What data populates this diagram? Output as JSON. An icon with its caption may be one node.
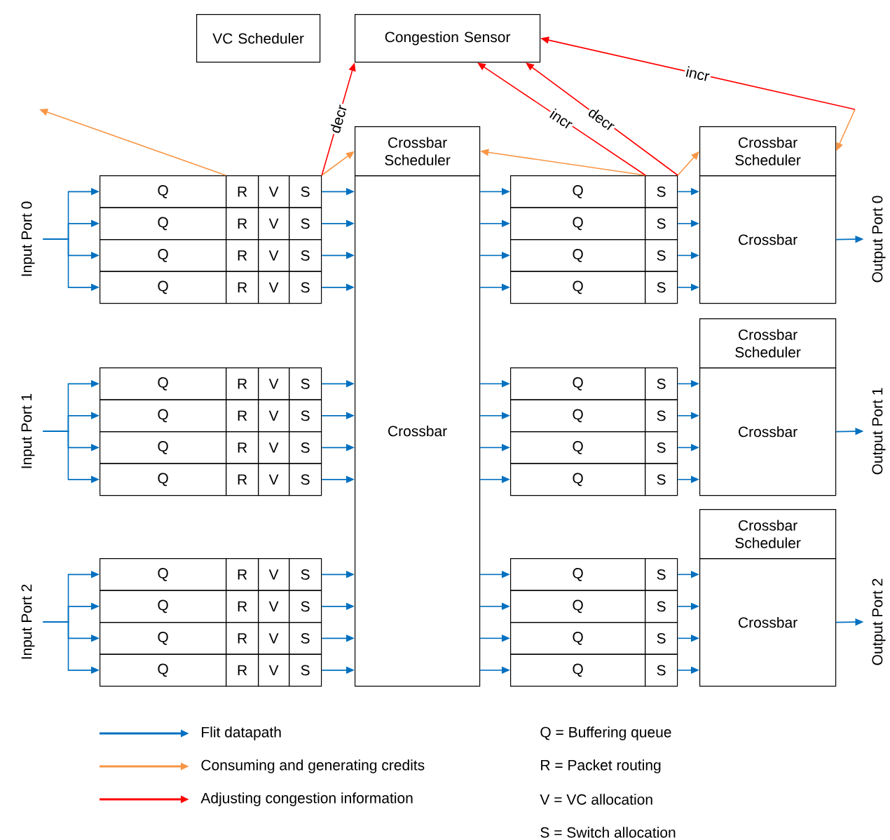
{
  "diagram": {
    "nodes": [
      {
        "text": [
          "VC Scheduler"
        ]
      },
      {
        "text": [
          "Congestion Sensor"
        ]
      },
      {
        "text": [
          "Crossbar Scheduler"
        ]
      },
      {
        "text": [
          "Crossbar"
        ]
      },
      {
        "text": [
          "Input Port 0"
        ]
      },
      {
        "text": [
          "Q"
        ]
      },
      {
        "text": [
          "R"
        ]
      },
      {
        "text": [
          "V"
        ]
      },
      {
        "text": [
          "S"
        ]
      },
      {
        "text": [
          "Q"
        ]
      },
      {
        "text": [
          "R"
        ]
      },
      {
        "text": [
          "V"
        ]
      },
      {
        "text": [
          "S"
        ]
      },
      {
        "text": [
          "Q"
        ]
      },
      {
        "text": [
          "R"
        ]
      },
      {
        "text": [
          "V"
        ]
      },
      {
        "text": [
          "S"
        ]
      },
      {
        "text": [
          "Q"
        ]
      },
      {
        "text": [
          "R"
        ]
      },
      {
        "text": [
          "V"
        ]
      },
      {
        "text": [
          "S"
        ]
      },
      {
        "text": [
          "Q"
        ]
      },
      {
        "text": [
          "S"
        ]
      },
      {
        "text": [
          "Q"
        ]
      },
      {
        "text": [
          "S"
        ]
      },
      {
        "text": [
          "Q"
        ]
      },
      {
        "text": [
          "S"
        ]
      },
      {
        "text": [
          "Q"
        ]
      },
      {
        "text": [
          "S"
        ]
      },
      {
        "text": [
          "Crossbar Scheduler"
        ]
      },
      {
        "text": [
          "Crossbar"
        ]
      },
      {
        "text": [
          "Output Port 0"
        ]
      },
      {
        "text": [
          "Input Port 1"
        ]
      },
      {
        "text": [
          "Q"
        ]
      },
      {
        "text": [
          "R"
        ]
      },
      {
        "text": [
          "V"
        ]
      },
      {
        "text": [
          "S"
        ]
      },
      {
        "text": [
          "Q"
        ]
      },
      {
        "text": [
          "R"
        ]
      },
      {
        "text": [
          "V"
        ]
      },
      {
        "text": [
          "S"
        ]
      },
      {
        "text": [
          "Q"
        ]
      },
      {
        "text": [
          "R"
        ]
      },
      {
        "text": [
          "V"
        ]
      },
      {
        "text": [
          "S"
        ]
      },
      {
        "text": [
          "Q"
        ]
      },
      {
        "text": [
          "R"
        ]
      },
      {
        "text": [
          "V"
        ]
      },
      {
        "text": [
          "S"
        ]
      },
      {
        "text": [
          "Q"
        ]
      },
      {
        "text": [
          "S"
        ]
      },
      {
        "text": [
          "Q"
        ]
      },
      {
        "text": [
          "S"
        ]
      },
      {
        "text": [
          "Q"
        ]
      },
      {
        "text": [
          "S"
        ]
      },
      {
        "text": [
          "Q"
        ]
      },
      {
        "text": [
          "S"
        ]
      },
      {
        "text": [
          "Crossbar Scheduler"
        ]
      },
      {
        "text": [
          "Crossbar"
        ]
      },
      {
        "text": [
          "Output Port 1"
        ]
      },
      {
        "text": [
          "Input Port 2"
        ]
      },
      {
        "text": [
          "Q"
        ]
      },
      {
        "text": [
          "R"
        ]
      },
      {
        "text": [
          "V"
        ]
      },
      {
        "text": [
          "S"
        ]
      },
      {
        "text": [
          "Q"
        ]
      },
      {
        "text": [
          "R"
        ]
      },
      {
        "text": [
          "V"
        ]
      },
      {
        "text": [
          "S"
        ]
      },
      {
        "text": [
          "Q"
        ]
      },
      {
        "text": [
          "R"
        ]
      },
      {
        "text": [
          "V"
        ]
      },
      {
        "text": [
          "S"
        ]
      },
      {
        "text": [
          "Q"
        ]
      },
      {
        "text": [
          "R"
        ]
      },
      {
        "text": [
          "V"
        ]
      },
      {
        "text": [
          "S"
        ]
      },
      {
        "text": [
          "Q"
        ]
      },
      {
        "text": [
          "S"
        ]
      },
      {
        "text": [
          "Q"
        ]
      },
      {
        "text": [
          "S"
        ]
      },
      {
        "text": [
          "Q"
        ]
      },
      {
        "text": [
          "S"
        ]
      },
      {
        "text": [
          "Q"
        ]
      },
      {
        "text": [
          "S"
        ]
      },
      {
        "text": [
          "Crossbar Scheduler"
        ]
      },
      {
        "text": [
          "Crossbar"
        ]
      },
      {
        "text": [
          "Output Port 2"
        ]
      }
    ],
    "edges": [
      {
        "from": 4,
        "to": 5,
        "arrow": "to"
      },
      {
        "from": 4,
        "to": 9,
        "arrow": "to"
      },
      {
        "from": 4,
        "to": 13,
        "arrow": "to"
      },
      {
        "from": 4,
        "to": 17,
        "arrow": "to"
      },
      {
        "from": 8,
        "to": 3,
        "arrow": "to"
      },
      {
        "from": 12,
        "to": 3,
        "arrow": "to"
      },
      {
        "from": 16,
        "to": 3,
        "arrow": "to"
      },
      {
        "from": 20,
        "to": 3,
        "arrow": "to"
      },
      {
        "from": 3,
        "to": 21,
        "arrow": "to"
      },
      {
        "from": 3,
        "to": 23,
        "arrow": "to"
      },
      {
        "from": 3,
        "to": 25,
        "arrow": "to"
      },
      {
        "from": 3,
        "to": 27,
        "arrow": "to"
      },
      {
        "from": 22,
        "to": 30,
        "arrow": "to"
      },
      {
        "from": 24,
        "to": 30,
        "arrow": "to"
      },
      {
        "from": 26,
        "to": 30,
        "arrow": "to"
      },
      {
        "from": 28,
        "to": 30,
        "arrow": "to"
      },
      {
        "from": 30,
        "to": 31,
        "arrow": "to"
      },
      {
        "from": 32,
        "to": 33,
        "arrow": "to"
      },
      {
        "from": 32,
        "to": 37,
        "arrow": "to"
      },
      {
        "from": 32,
        "to": 41,
        "arrow": "to"
      },
      {
        "from": 32,
        "to": 45,
        "arrow": "to"
      },
      {
        "from": 36,
        "to": 3,
        "arrow": "to"
      },
      {
        "from": 40,
        "to": 3,
        "arrow": "to"
      },
      {
        "from": 44,
        "to": 3,
        "arrow": "to"
      },
      {
        "from": 48,
        "to": 3,
        "arrow": "to"
      },
      {
        "from": 3,
        "to": 49,
        "arrow": "to"
      },
      {
        "from": 3,
        "to": 51,
        "arrow": "to"
      },
      {
        "from": 3,
        "to": 53,
        "arrow": "to"
      },
      {
        "from": 3,
        "to": 55,
        "arrow": "to"
      },
      {
        "from": 50,
        "to": 58,
        "arrow": "to"
      },
      {
        "from": 52,
        "to": 58,
        "arrow": "to"
      },
      {
        "from": 54,
        "to": 58,
        "arrow": "to"
      },
      {
        "from": 56,
        "to": 58,
        "arrow": "to"
      },
      {
        "from": 58,
        "to": 59,
        "arrow": "to"
      },
      {
        "from": 60,
        "to": 61,
        "arrow": "to"
      },
      {
        "from": 60,
        "to": 65,
        "arrow": "to"
      },
      {
        "from": 60,
        "to": 69,
        "arrow": "to"
      },
      {
        "from": 60,
        "to": 73,
        "arrow": "to"
      },
      {
        "from": 64,
        "to": 3,
        "arrow": "to"
      },
      {
        "from": 68,
        "to": 3,
        "arrow": "to"
      },
      {
        "from": 72,
        "to": 3,
        "arrow": "to"
      },
      {
        "from": 76,
        "to": 3,
        "arrow": "to"
      },
      {
        "from": 3,
        "to": 77,
        "arrow": "to"
      },
      {
        "from": 3,
        "to": 79,
        "arrow": "to"
      },
      {
        "from": 3,
        "to": 81,
        "arrow": "to"
      },
      {
        "from": 3,
        "to": 83,
        "arrow": "to"
      },
      {
        "from": 78,
        "to": 86,
        "arrow": "to"
      },
      {
        "from": 80,
        "to": 86,
        "arrow": "to"
      },
      {
        "from": 82,
        "to": 86,
        "arrow": "to"
      },
      {
        "from": 84,
        "to": 86,
        "arrow": "to"
      },
      {
        "from": 86,
        "to": 87,
        "arrow": "to"
      },
      {
        "from": 6,
        "to": null,
        "arrow": "to",
        "color": "#f79646"
      },
      {
        "from": 8,
        "to": 2,
        "arrow": "to",
        "color": "#f79646"
      },
      {
        "from": 21,
        "to": 2,
        "arrow": "to",
        "color": "#f79646"
      },
      {
        "from": 22,
        "to": 29,
        "arrow": "to",
        "color": "#f79646"
      },
      {
        "from": null,
        "to": 29,
        "arrow": "to",
        "color": "#f79646"
      },
      {
        "from": 8,
        "to": 1,
        "arrow": "to",
        "label": "decr",
        "color": "#ff0000"
      },
      {
        "from": 21,
        "to": 1,
        "arrow": "to",
        "label": "incr",
        "color": "#ff0000"
      },
      {
        "from": 22,
        "to": 1,
        "arrow": "to",
        "label": "decr",
        "color": "#ff0000"
      },
      {
        "from": null,
        "to": 1,
        "arrow": "to",
        "label": "incr",
        "color": "#ff0000"
      }
    ],
    "labels": [
      "Q = Buffering queue",
      "R = Packet routing",
      "V = VC allocation",
      "S = Switch allocation"
    ],
    "legend": [
      {
        "text": "Flit datapath",
        "color": "#0070c0"
      },
      {
        "text": "Consuming and generating credits",
        "color": "#f79646"
      },
      {
        "text": "Adjusting congestion information",
        "color": "#ff0000"
      }
    ]
  }
}
